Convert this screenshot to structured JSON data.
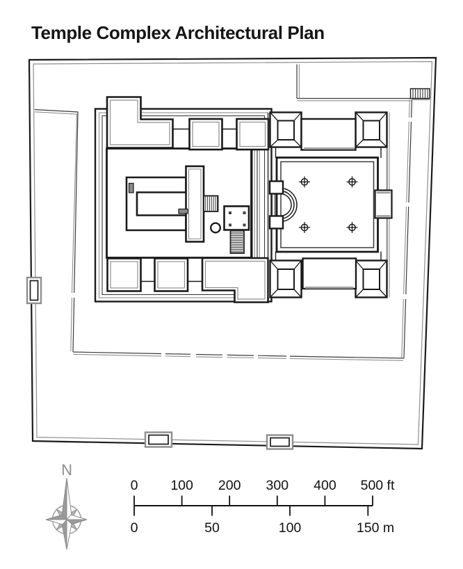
{
  "title": "Temple Complex Architectural Plan",
  "compass": {
    "label": "N"
  },
  "scalebar": {
    "ft_labels": [
      "0",
      "100",
      "200",
      "300",
      "400",
      "500 ft"
    ],
    "m_labels": [
      "0",
      "50",
      "100",
      "150 m"
    ]
  },
  "colors": {
    "ink": "#1a1a1a",
    "gray_accent": "#8e8e8e",
    "compass_gray": "#9a9a9a",
    "background": "#ffffff"
  }
}
